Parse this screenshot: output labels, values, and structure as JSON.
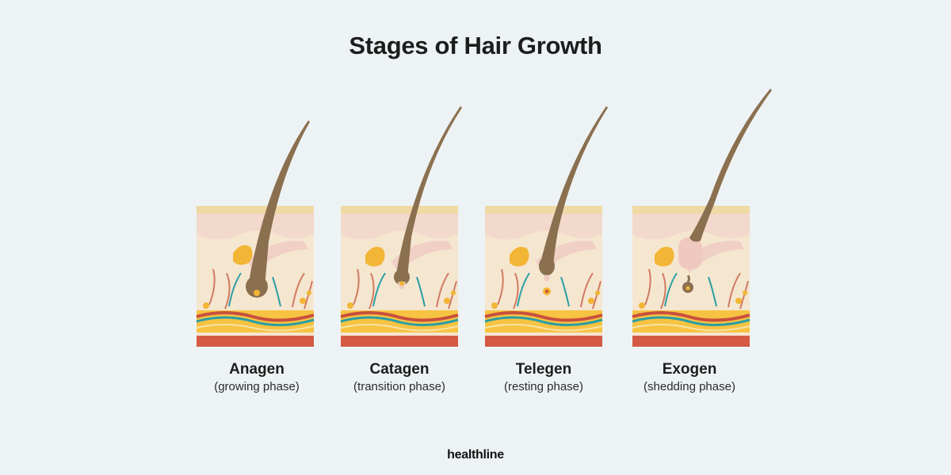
{
  "title": "Stages of Hair Growth",
  "stages": [
    {
      "name": "Anagen",
      "description": "(growing phase)",
      "phase": "anagen"
    },
    {
      "name": "Catagen",
      "description": "(transition phase)",
      "phase": "catagen"
    },
    {
      "name": "Telegen",
      "description": "(resting phase)",
      "phase": "telogen"
    },
    {
      "name": "Exogen",
      "description": "(shedding phase)",
      "phase": "exogen"
    }
  ],
  "brand": "healthline",
  "colors": {
    "background": "#edf3f4",
    "hair": "#8b7050",
    "gland": "#f2b535",
    "epidermis_top": "#f0d9a4",
    "dermis": "#f5e6d0",
    "blood_vessel_red": "#c8503d",
    "blood_vessel_teal": "#2a9ea3",
    "fat_layer": "#f7c342"
  }
}
